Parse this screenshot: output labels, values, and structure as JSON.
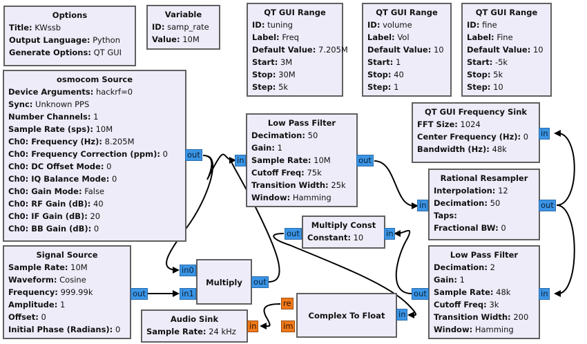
{
  "blocks": {
    "options": {
      "title": "Options",
      "params": [
        {
          "k": "Title:",
          "v": "KWssb"
        },
        {
          "k": "Output Language:",
          "v": "Python"
        },
        {
          "k": "Generate Options:",
          "v": "QT GUI"
        }
      ]
    },
    "variable": {
      "title": "Variable",
      "params": [
        {
          "k": "ID:",
          "v": "samp_rate"
        },
        {
          "k": "Value:",
          "v": "10M"
        }
      ]
    },
    "range_tuning": {
      "title": "QT GUI Range",
      "params": [
        {
          "k": "ID:",
          "v": "tuning"
        },
        {
          "k": "Label:",
          "v": "Freq"
        },
        {
          "k": "Default Value:",
          "v": "7.205M"
        },
        {
          "k": "Start:",
          "v": "3M"
        },
        {
          "k": "Stop:",
          "v": "30M"
        },
        {
          "k": "Step:",
          "v": "5k"
        }
      ]
    },
    "range_volume": {
      "title": "QT GUI Range",
      "params": [
        {
          "k": "ID:",
          "v": "volume"
        },
        {
          "k": "Label:",
          "v": "Vol"
        },
        {
          "k": "Default Value:",
          "v": "10"
        },
        {
          "k": "Start:",
          "v": "1"
        },
        {
          "k": "Stop:",
          "v": "40"
        },
        {
          "k": "Step:",
          "v": "1"
        }
      ]
    },
    "range_fine": {
      "title": "QT GUI Range",
      "params": [
        {
          "k": "ID:",
          "v": "fine"
        },
        {
          "k": "Label:",
          "v": "Fine"
        },
        {
          "k": "Default Value:",
          "v": "10"
        },
        {
          "k": "Start:",
          "v": "-5k"
        },
        {
          "k": "Stop:",
          "v": "5k"
        },
        {
          "k": "Step:",
          "v": "10"
        }
      ]
    },
    "osmocom_source": {
      "title": "osmocom Source",
      "params": [
        {
          "k": "Device Arguments:",
          "v": "hackrf=0"
        },
        {
          "k": "Sync:",
          "v": "Unknown PPS"
        },
        {
          "k": "Number Channels:",
          "v": "1"
        },
        {
          "k": "Sample Rate (sps):",
          "v": "10M"
        },
        {
          "k": "Ch0: Frequency (Hz):",
          "v": "8.205M"
        },
        {
          "k": "Ch0: Frequency Correction (ppm):",
          "v": "0"
        },
        {
          "k": "Ch0: DC Offset Mode:",
          "v": "0"
        },
        {
          "k": "Ch0: IQ Balance Mode:",
          "v": "0"
        },
        {
          "k": "Ch0: Gain Mode:",
          "v": "False"
        },
        {
          "k": "Ch0: RF Gain (dB):",
          "v": "40"
        },
        {
          "k": "Ch0: IF Gain (dB):",
          "v": "20"
        },
        {
          "k": "Ch0: BB Gain (dB):",
          "v": "0"
        }
      ],
      "ports": {
        "out": "out"
      }
    },
    "lpf1": {
      "title": "Low Pass Filter",
      "params": [
        {
          "k": "Decimation:",
          "v": "50"
        },
        {
          "k": "Gain:",
          "v": "1"
        },
        {
          "k": "Sample Rate:",
          "v": "10M"
        },
        {
          "k": "Cutoff Freq:",
          "v": "75k"
        },
        {
          "k": "Transition Width:",
          "v": "25k"
        },
        {
          "k": "Window:",
          "v": "Hamming"
        }
      ],
      "ports": {
        "in": "in",
        "out": "out"
      }
    },
    "freq_sink": {
      "title": "QT GUI Frequency Sink",
      "params": [
        {
          "k": "FFT Size:",
          "v": "1024"
        },
        {
          "k": "Center Frequency (Hz):",
          "v": "0"
        },
        {
          "k": "Bandwidth (Hz):",
          "v": "48k"
        }
      ],
      "ports": {
        "in": "in"
      }
    },
    "resampler": {
      "title": "Rational Resampler",
      "params": [
        {
          "k": "Interpolation:",
          "v": "12"
        },
        {
          "k": "Decimation:",
          "v": "50"
        },
        {
          "k": "Taps:",
          "v": ""
        },
        {
          "k": "Fractional BW:",
          "v": "0"
        }
      ],
      "ports": {
        "in": "in",
        "out": "out"
      }
    },
    "multiply_const": {
      "title": "Multiply Const",
      "params": [
        {
          "k": "Constant:",
          "v": "10"
        }
      ],
      "ports": {
        "in": "in",
        "out": "out"
      }
    },
    "signal_source": {
      "title": "Signal Source",
      "params": [
        {
          "k": "Sample Rate:",
          "v": "10M"
        },
        {
          "k": "Waveform:",
          "v": "Cosine"
        },
        {
          "k": "Frequency:",
          "v": "999.99k"
        },
        {
          "k": "Amplitude:",
          "v": "1"
        },
        {
          "k": "Offset:",
          "v": "0"
        },
        {
          "k": "Initial Phase (Radians):",
          "v": "0"
        }
      ],
      "ports": {
        "out": "out"
      }
    },
    "multiply": {
      "title": "Multiply",
      "ports": {
        "in0": "in0",
        "in1": "in1",
        "out": "out"
      }
    },
    "lpf2": {
      "title": "Low Pass Filter",
      "params": [
        {
          "k": "Decimation:",
          "v": "2"
        },
        {
          "k": "Gain:",
          "v": "1"
        },
        {
          "k": "Sample Rate:",
          "v": "48k"
        },
        {
          "k": "Cutoff Freq:",
          "v": "3k"
        },
        {
          "k": "Transition Width:",
          "v": "200"
        },
        {
          "k": "Window:",
          "v": "Hamming"
        }
      ],
      "ports": {
        "in": "in",
        "out": "out"
      }
    },
    "complex_to_float": {
      "title": "Complex To Float",
      "ports": {
        "in": "in",
        "re": "re",
        "im": "im"
      }
    },
    "audio_sink": {
      "title": "Audio Sink",
      "params": [
        {
          "k": "Sample Rate:",
          "v": "24 kHz"
        }
      ],
      "ports": {
        "in": "in"
      }
    }
  },
  "colors": {
    "block_bg": "#efecf9",
    "block_border": "#5f5f5f",
    "complex_port": "#3b95e6",
    "float_port": "#f07a1a",
    "wire": "#000000"
  }
}
